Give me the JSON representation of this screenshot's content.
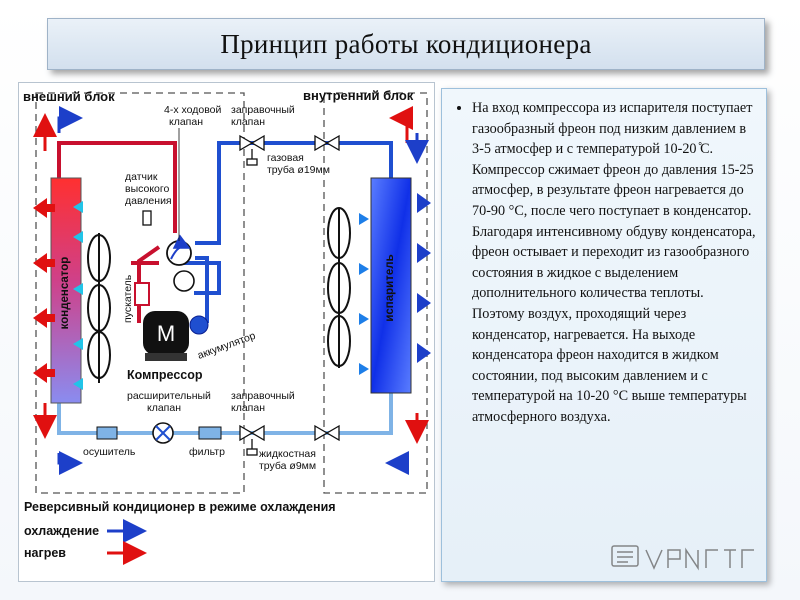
{
  "title": "Принцип работы кондиционера",
  "diagram": {
    "outdoor_unit": "внешний блок",
    "indoor_unit": "внутренний блок",
    "four_way_valve": [
      "4-х ходовой",
      "клапан"
    ],
    "service_valve_top": [
      "заправочный",
      "клапан"
    ],
    "service_valve_bottom": [
      "заправочный",
      "клапан"
    ],
    "gas_pipe": [
      "газовая",
      "труба ø19мм"
    ],
    "liquid_pipe": [
      "жидкостная",
      "труба ø9мм"
    ],
    "pressure_sensor": [
      "датчик",
      "высокого",
      "давления"
    ],
    "starter": "пускатель",
    "motor": "M",
    "accumulator": "аккумулятор",
    "compressor": "Компрессор",
    "expansion_valve": [
      "расширительный",
      "клапан"
    ],
    "dryer": "осушитель",
    "filter": "фильтр",
    "condenser": "конденсатор",
    "evaporator": "испаритель",
    "caption": "Реверсивный кондиционер в режиме охлаждения",
    "legend": [
      {
        "label": "охлаждение",
        "color": "#1d3fc9"
      },
      {
        "label": "нагрев",
        "color": "#e01010"
      }
    ]
  },
  "description": "На вход компрессора из испарителя поступает газообразный фреон под низким давлением в 3-5 атмосфер и с температурой 10-20 ̊С. Компрессор сжимает фреон до давления 15-25 атмосфер, в результате фреон нагревается до 70-90 °С, после чего поступает в конденсатор. Благодаря интенсивному обдуву конденсатора, фреон остывает и переходит из газообразного состояния в жидкое с выделением дополнительного количества теплоты. Поэтому воздух, проходящий через конденсатор, нагревается. На выходе конденсатора фреон находится в жидком состоянии, под высоким давлением и с температурой на 10-20 °С выше температуры атмосферного воздуха.",
  "colors": {
    "hot_pipe": "#c8102e",
    "cold_pipe": "#1f4fd0",
    "liquid_pipe": "#7fb3e6",
    "panel_border": "#9dc0dc"
  }
}
